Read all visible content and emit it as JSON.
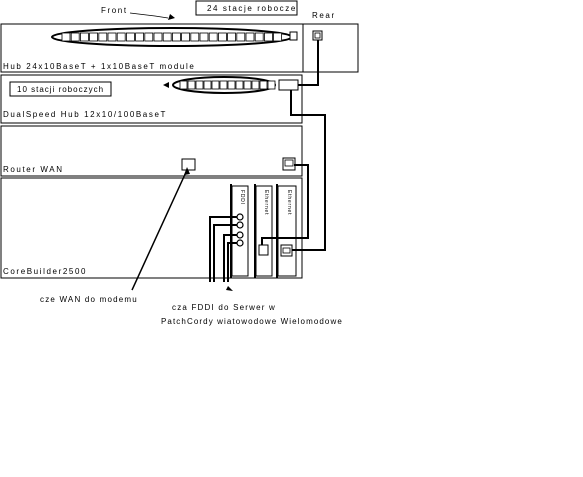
{
  "labels": {
    "front": "Front",
    "rear": "Rear",
    "stations24": "24 stacje robocze",
    "hub24": "Hub 24x10BaseT + 1x10BaseT module",
    "stations10": "10 stacji roboczych",
    "dualspeed": "DualSpeed Hub 12x10/100BaseT",
    "router": "Router WAN",
    "corebuilder": "CoreBuilder2500",
    "wan_modem": "cze WAN do modemu",
    "fddi_line1": "cza FDDI do Serwer w",
    "fddi_line2": "PatchCordy   wiatowodowe Wielomodowe",
    "card1": "FDDI",
    "card2": "Ethernet",
    "card3": "Ethernet"
  }
}
